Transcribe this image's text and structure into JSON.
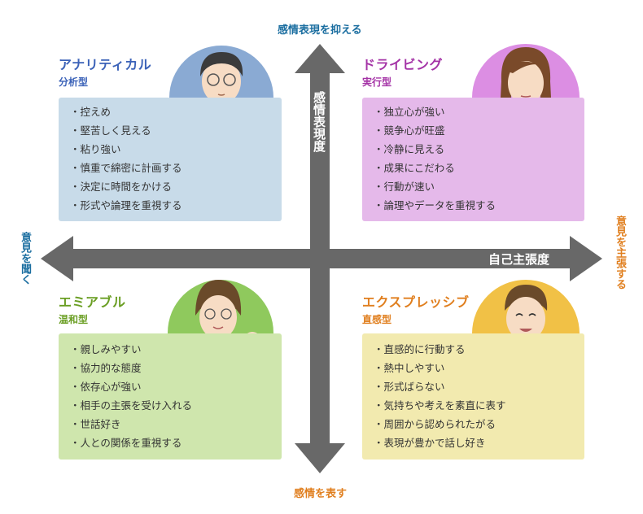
{
  "axes": {
    "top": "感情表現を抑える",
    "bottom": "感情を表す",
    "left": "意見を聞く",
    "right": "意見を主張する",
    "vertical_axis_name": "感情表現度",
    "horizontal_axis_name": "自己主張度"
  },
  "quadrants": {
    "analytical": {
      "title": "アナリティカル",
      "subtitle": "分析型",
      "items": [
        "控えめ",
        "堅苦しく見える",
        "粘り強い",
        "慎重で綿密に計画する",
        "決定に時間をかける",
        "形式や論理を重視する"
      ],
      "colors": {
        "title": "#3b62b8",
        "sub": "#3b62b8",
        "box": "#c8dbe9",
        "circle": "#8aaad3"
      }
    },
    "driving": {
      "title": "ドライビング",
      "subtitle": "実行型",
      "items": [
        "独立心が強い",
        "競争心が旺盛",
        "冷静に見える",
        "成果にこだわる",
        "行動が速い",
        "論理やデータを重視する"
      ],
      "colors": {
        "title": "#a433a6",
        "sub": "#a433a6",
        "box": "#e5b9ea",
        "circle": "#dc8ee3"
      }
    },
    "amiable": {
      "title": "エミアブル",
      "subtitle": "温和型",
      "items": [
        "親しみやすい",
        "協力的な態度",
        "依存心が強い",
        "相手の主張を受け入れる",
        "世話好き",
        "人との関係を重視する"
      ],
      "colors": {
        "title": "#6a9e23",
        "sub": "#6a9e23",
        "box": "#cfe6ad",
        "circle": "#8fc95d"
      }
    },
    "expressive": {
      "title": "エクスプレッシブ",
      "subtitle": "直感型",
      "items": [
        "直感的に行動する",
        "熱中しやすい",
        "形式ばらない",
        "気持ちや考えを素直に表す",
        "周囲から認められたがる",
        "表現が豊かで話し好き"
      ],
      "colors": {
        "title": "#e07f1f",
        "sub": "#e07f1f",
        "box": "#f2eaaf",
        "circle": "#f1c146"
      }
    }
  },
  "colors": {
    "arrow": "#686868",
    "axis_top": "#1b6ea0",
    "axis_bottom": "#e07f1f",
    "axis_left": "#1b6ea0",
    "axis_right": "#e07f1f"
  }
}
